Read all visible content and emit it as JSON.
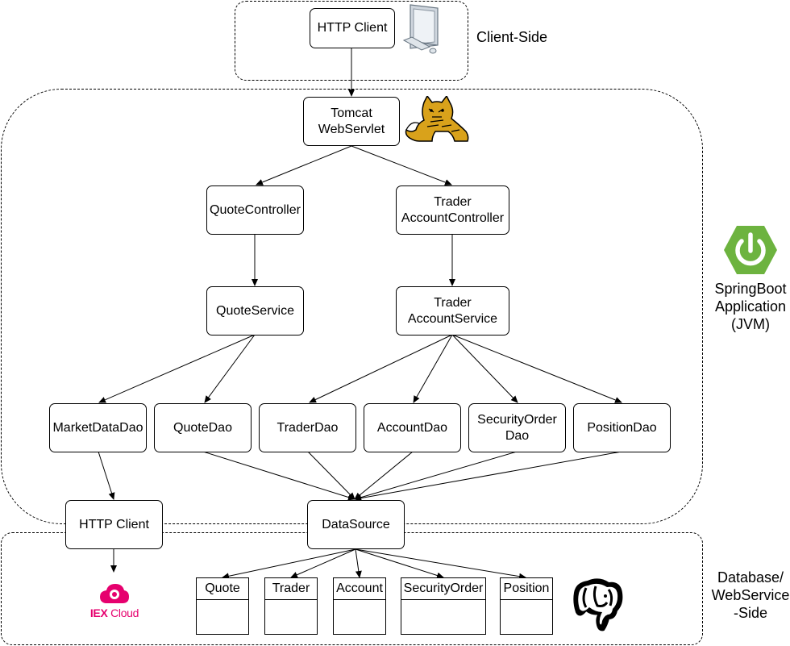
{
  "regions": {
    "client_side_label": "Client-Side",
    "spring_boot_label": "SpringBoot\nApplication\n(JVM)",
    "database_label": "Database/\nWebService\n-Side"
  },
  "nodes": {
    "http_client_top": "HTTP Client",
    "tomcat": "Tomcat\nWebServlet",
    "quote_controller": "QuoteController",
    "trader_account_controller": "Trader\nAccountController",
    "quote_service": "QuoteService",
    "trader_account_service": "Trader\nAccountService",
    "market_data_dao": "MarketDataDao",
    "quote_dao": "QuoteDao",
    "trader_dao": "TraderDao",
    "account_dao": "AccountDao",
    "security_order_dao": "SecurityOrder\nDao",
    "position_dao": "PositionDao",
    "http_client_bottom": "HTTP Client",
    "data_source": "DataSource"
  },
  "tables": [
    "Quote",
    "Trader",
    "Account",
    "SecurityOrder",
    "Position"
  ],
  "logos": {
    "iex_prefix": "IEX",
    "iex_suffix": "Cloud"
  },
  "icons": {
    "computer": "computer-icon",
    "tomcat": "tomcat-icon",
    "spring": "spring-power-icon",
    "postgres": "postgresql-elephant-icon",
    "iex": "iex-cloud-icon"
  },
  "colors": {
    "spring_green": "#6db33f",
    "tomcat_yellow": "#d9a21b",
    "iex_pink": "#e6006e"
  }
}
